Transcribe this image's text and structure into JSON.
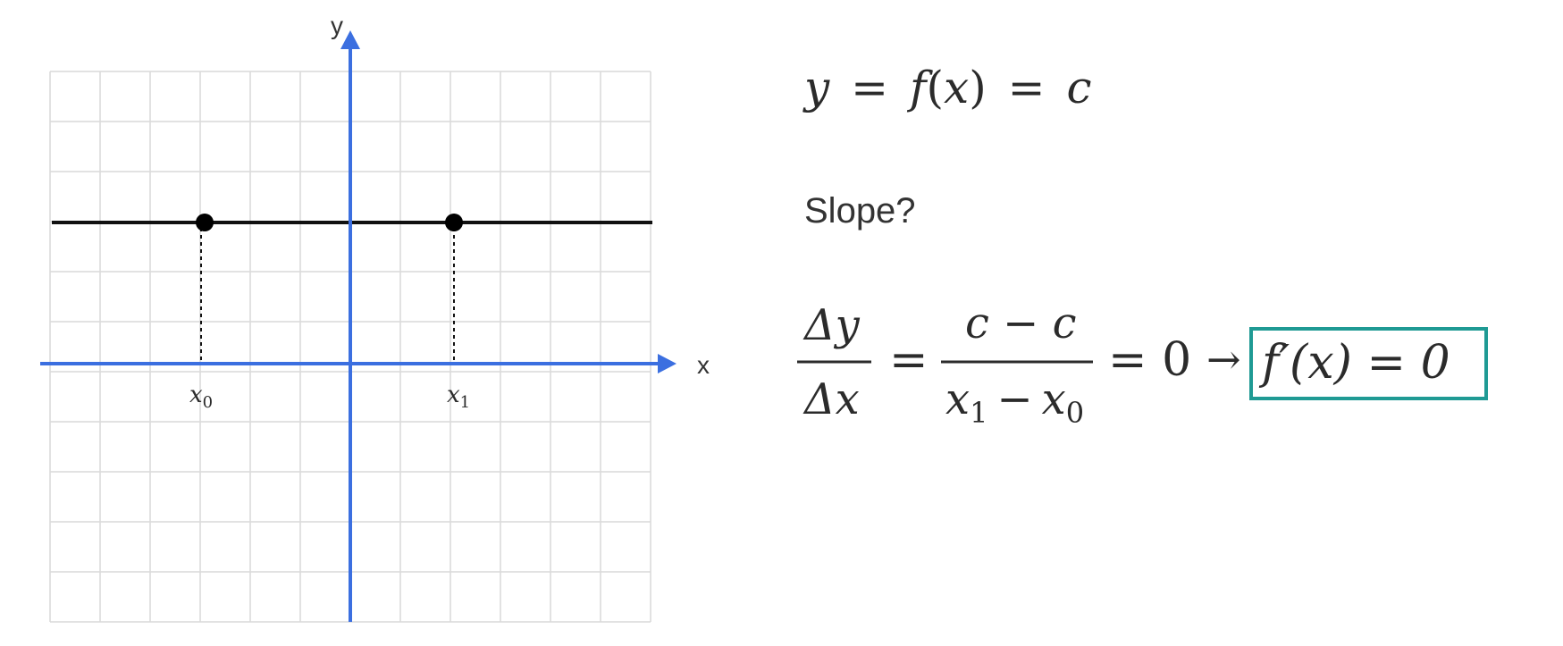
{
  "graph": {
    "axis_x_label": "x",
    "axis_y_label": "y",
    "tick_x0": {
      "base": "x",
      "sub": "0"
    },
    "tick_x1": {
      "base": "x",
      "sub": "1"
    },
    "colors": {
      "axis": "#3b6fe0",
      "grid": "#d9d9d9",
      "line": "#111111",
      "highlight": "#1f9a94"
    }
  },
  "equation_line1": {
    "parts": [
      "y",
      "=",
      "f",
      "(",
      "x",
      ")",
      "=",
      "c"
    ]
  },
  "question": "Slope?",
  "fraction_left": {
    "numerator": "Δy",
    "denominator": "Δx"
  },
  "fraction_right": {
    "numerator": "c − c",
    "denominator": {
      "a": "x",
      "a_sub": "1",
      "minus": "−",
      "b": "x",
      "b_sub": "0"
    }
  },
  "equals_zero": "= 0",
  "arrow": "→",
  "result_box": "f′(x) = 0"
}
